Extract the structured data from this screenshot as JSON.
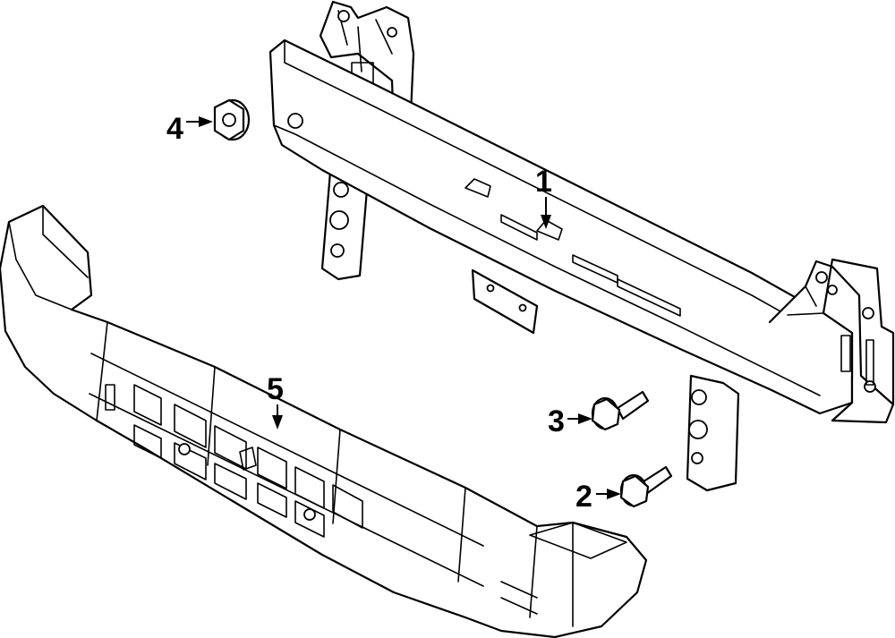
{
  "callouts": [
    {
      "number": "1",
      "part": "reinforcement-beam"
    },
    {
      "number": "2",
      "part": "lower-bolt"
    },
    {
      "number": "3",
      "part": "upper-bolt"
    },
    {
      "number": "4",
      "part": "nut"
    },
    {
      "number": "5",
      "part": "energy-absorber"
    }
  ]
}
